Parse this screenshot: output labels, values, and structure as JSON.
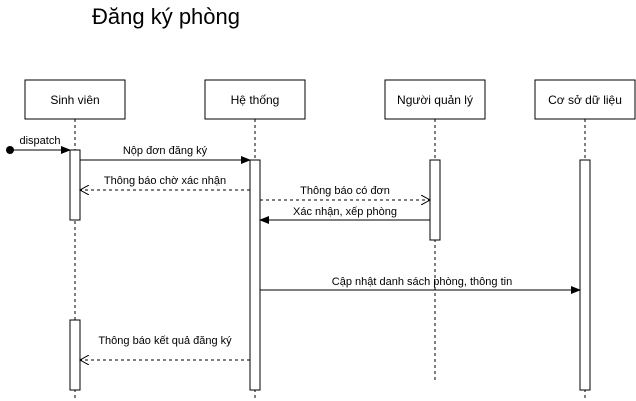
{
  "title": "Đăng ký phòng",
  "participants": [
    {
      "label": "Sinh viên"
    },
    {
      "label": "Hệ thống"
    },
    {
      "label": "Người quản lý"
    },
    {
      "label": "Cơ sở dữ liệu"
    }
  ],
  "messages": [
    {
      "label": "dispatch",
      "style": "found"
    },
    {
      "label": "Nộp đơn đăng ký",
      "style": "solid"
    },
    {
      "label": "Thông báo chờ xác nhận",
      "style": "dashed"
    },
    {
      "label": "Thông báo có đơn",
      "style": "dashed"
    },
    {
      "label": "Xác nhận, xếp phòng",
      "style": "solid"
    },
    {
      "label": "Cập nhật danh sách phòng, thông tin",
      "style": "solid"
    },
    {
      "label": "Thông báo kết quả đăng ký",
      "style": "dashed"
    }
  ]
}
